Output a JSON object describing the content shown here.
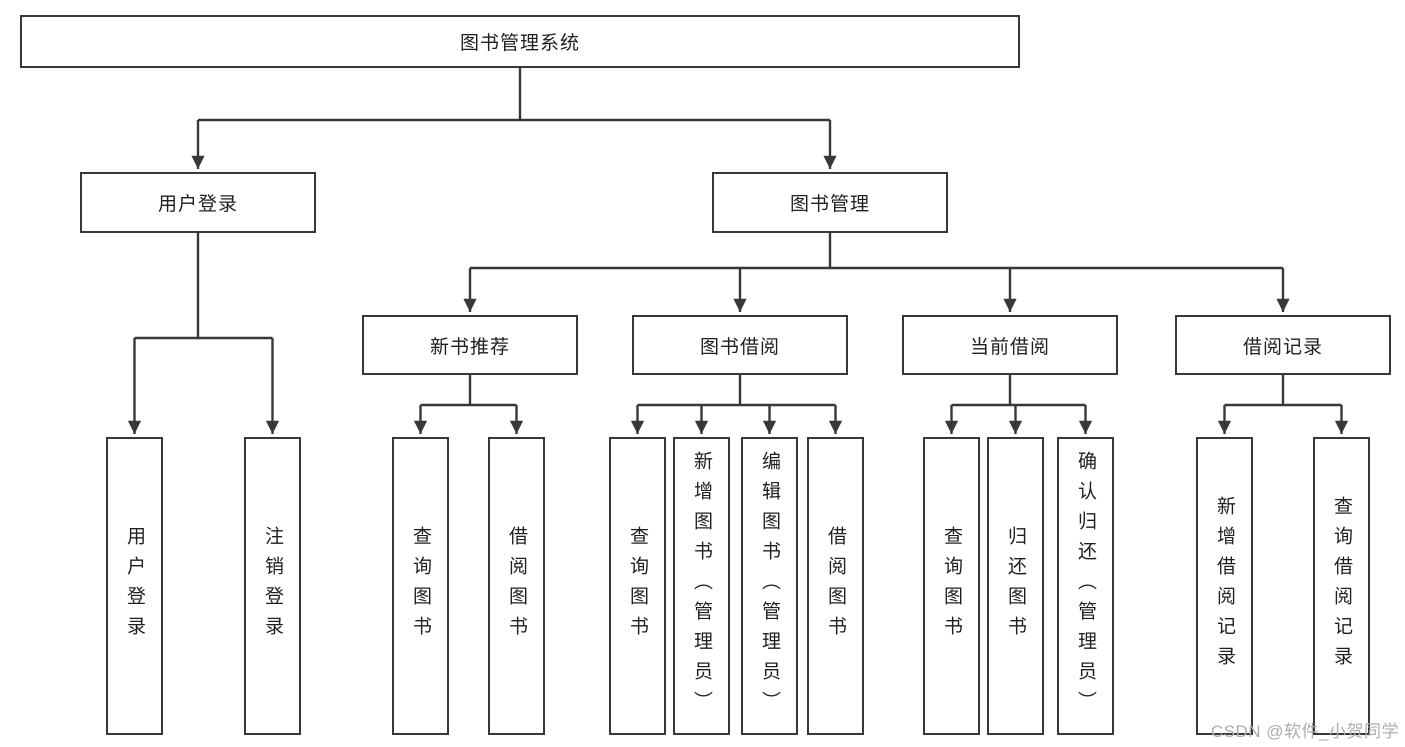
{
  "colors": {
    "line": "#383838",
    "text": "#1f1f1f",
    "watermark": "#adadad",
    "bg": "#ffffff"
  },
  "watermark": {
    "text": "CSDN @软件_小贺同学"
  },
  "chart_data": {
    "type": "tree-diagram",
    "title": "图书管理系统"
  },
  "tree": {
    "label": "图书管理系统",
    "children": [
      {
        "label": "用户登录",
        "children": [
          {
            "label": "用户登录"
          },
          {
            "label": "注销登录"
          }
        ]
      },
      {
        "label": "图书管理",
        "children": [
          {
            "label": "新书推荐",
            "children": [
              {
                "label": "查询图书"
              },
              {
                "label": "借阅图书"
              }
            ]
          },
          {
            "label": "图书借阅",
            "children": [
              {
                "label": "查询图书"
              },
              {
                "label": "新增图书（管理员）"
              },
              {
                "label": "编辑图书（管理员）"
              },
              {
                "label": "借阅图书"
              }
            ]
          },
          {
            "label": "当前借阅",
            "children": [
              {
                "label": "查询图书"
              },
              {
                "label": "归还图书"
              },
              {
                "label": "确认归还（管理员）"
              }
            ]
          },
          {
            "label": "借阅记录",
            "children": [
              {
                "label": "新增借阅记录"
              },
              {
                "label": "查询借阅记录"
              }
            ]
          }
        ]
      }
    ]
  }
}
